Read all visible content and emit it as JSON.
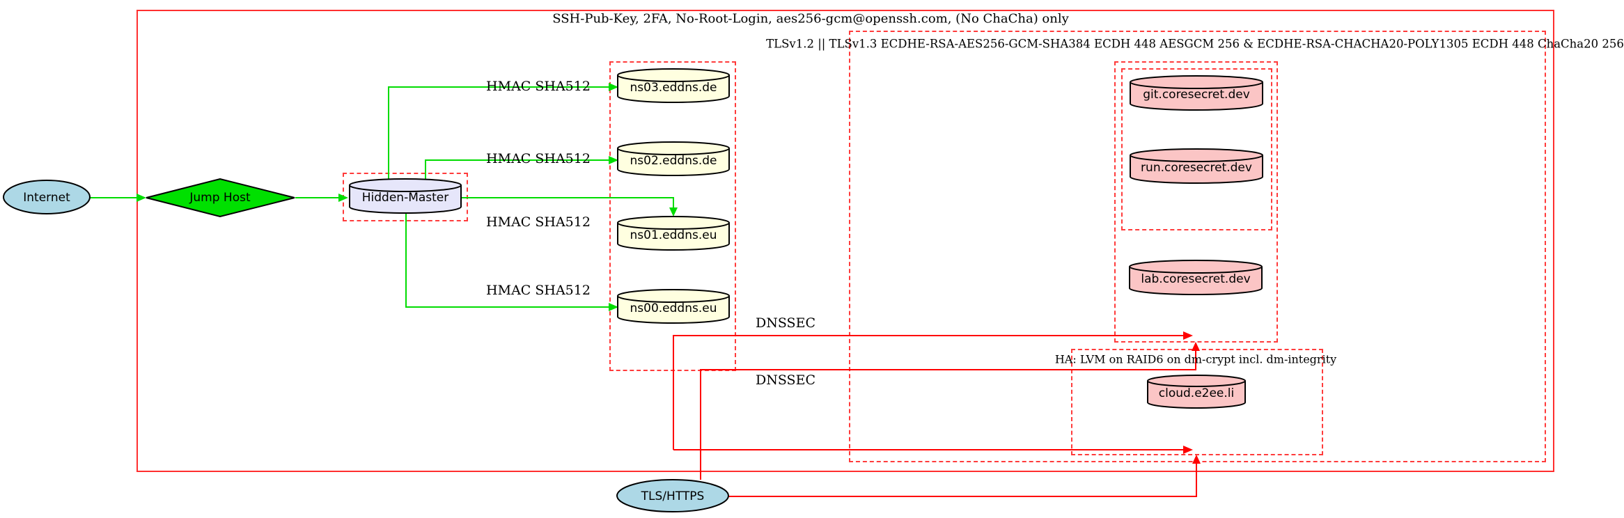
{
  "clusters": {
    "ssh": {
      "label": "SSH-Pub-Key, 2FA, No-Root-Login, aes256-gcm@openssh.com, (No ChaCha) only"
    },
    "tls": {
      "label": "TLSv1.2 || TLSv1.3 ECDHE-RSA-AES256-GCM-SHA384 ECDH 448 AESGCM 256 & ECDHE-RSA-CHACHA20-POLY1305 ECDH 448 ChaCha20 256"
    },
    "ha": {
      "label": "HA: LVM on RAID6 on dm-crypt incl. dm-integrity"
    }
  },
  "nodes": {
    "internet": {
      "label": "Internet",
      "shape": "ellipse",
      "fill": "#ADD8E6"
    },
    "jump_host": {
      "label": "Jump Host",
      "shape": "diamond",
      "fill": "#00E000"
    },
    "hidden_master": {
      "label": "Hidden-Master",
      "shape": "cylinder",
      "fill": "#E6E6FA"
    },
    "ns03": {
      "label": "ns03.eddns.de",
      "shape": "cylinder",
      "fill": "#FFFFE0"
    },
    "ns02": {
      "label": "ns02.eddns.de",
      "shape": "cylinder",
      "fill": "#FFFFE0"
    },
    "ns01": {
      "label": "ns01.eddns.eu",
      "shape": "cylinder",
      "fill": "#FFFFE0"
    },
    "ns00": {
      "label": "ns00.eddns.eu",
      "shape": "cylinder",
      "fill": "#FFFFE0"
    },
    "git": {
      "label": "git.coresecret.dev",
      "shape": "cylinder",
      "fill": "#FBC5C5"
    },
    "run": {
      "label": "run.coresecret.dev",
      "shape": "cylinder",
      "fill": "#FBC5C5"
    },
    "lab": {
      "label": "lab.coresecret.dev",
      "shape": "cylinder",
      "fill": "#FBC5C5"
    },
    "cloud": {
      "label": "cloud.e2ee.li",
      "shape": "cylinder",
      "fill": "#FBC5C5"
    },
    "tls_https": {
      "label": "TLS/HTTPS",
      "shape": "ellipse",
      "fill": "#ADD8E6"
    }
  },
  "edge_labels": {
    "hmac_ns03": "HMAC SHA512",
    "hmac_ns02": "HMAC SHA512",
    "hmac_ns01": "HMAC SHA512",
    "hmac_ns00": "HMAC SHA512",
    "dnssec_upper": "DNSSEC",
    "dnssec_lower": "DNSSEC"
  },
  "colors": {
    "secure_green": "#00DC00",
    "alert_red": "#FF0000",
    "box_red": "#FF3B3B",
    "node_blue": "#ADD8E6",
    "node_lavender": "#E6E6FA",
    "node_yellow": "#FFFFE0",
    "node_pink": "#FBC5C5"
  }
}
